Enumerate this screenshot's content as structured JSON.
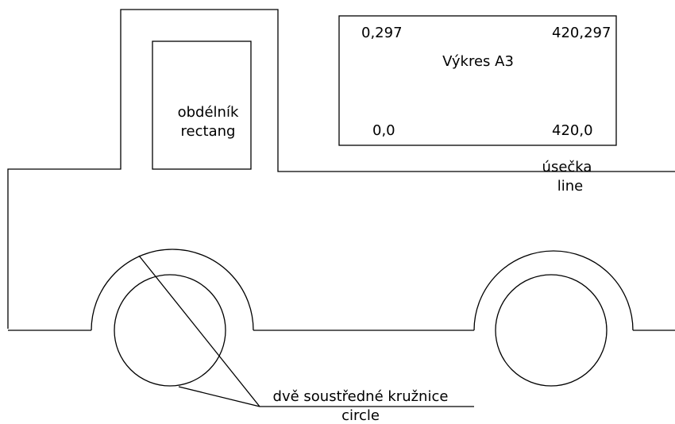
{
  "drawing": {
    "sheet": {
      "title": "Výkres A3",
      "corner_top_left": "0,297",
      "corner_top_right": "420,297",
      "corner_bottom_left": "0,0",
      "corner_bottom_right": "420,0"
    },
    "rectangle_label": {
      "line1": "obdélník",
      "line2": "rectang"
    },
    "line_label": {
      "line1": "úsečka",
      "line2": "line"
    },
    "circle_label": {
      "line1": "dvě soustředné kružnice",
      "line2": "circle"
    },
    "colors": {
      "stroke": "#000000",
      "background": "#ffffff"
    }
  }
}
